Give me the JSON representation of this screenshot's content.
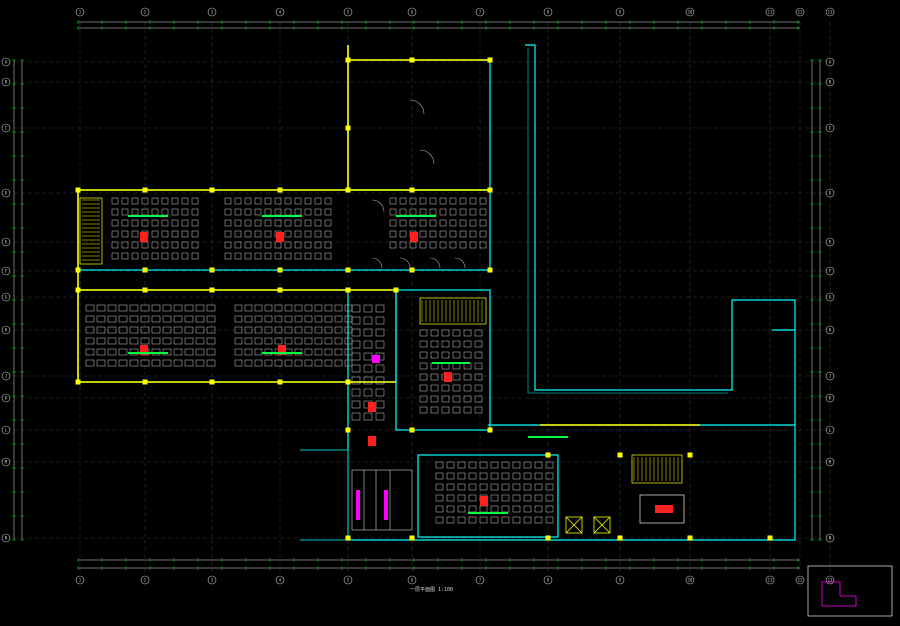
{
  "colors": {
    "background": "#000000",
    "grid_line": "#3a3a3a",
    "axis_line": "#00c800",
    "bubble": "#c8c8c8",
    "dimension": "#e0e0e0",
    "wall": "#00ffff",
    "column": "#ffff00",
    "furniture": "#d0d0d0",
    "accent_red": "#ff2020",
    "accent_magenta": "#ff00ff",
    "label_green": "#00ff40",
    "door": "#b0b0b0"
  },
  "plan_title": "一层平面图 1:100",
  "plan_subtitle": "",
  "key_plan_label": "",
  "column_axes": [
    "1",
    "2",
    "3",
    "4",
    "5",
    "6",
    "7",
    "8",
    "9",
    "10",
    "11",
    "12",
    "13"
  ],
  "row_axes": [
    "A",
    "B",
    "C",
    "D",
    "E",
    "F",
    "G",
    "H",
    "J",
    "K",
    "L",
    "M",
    "N"
  ]
}
